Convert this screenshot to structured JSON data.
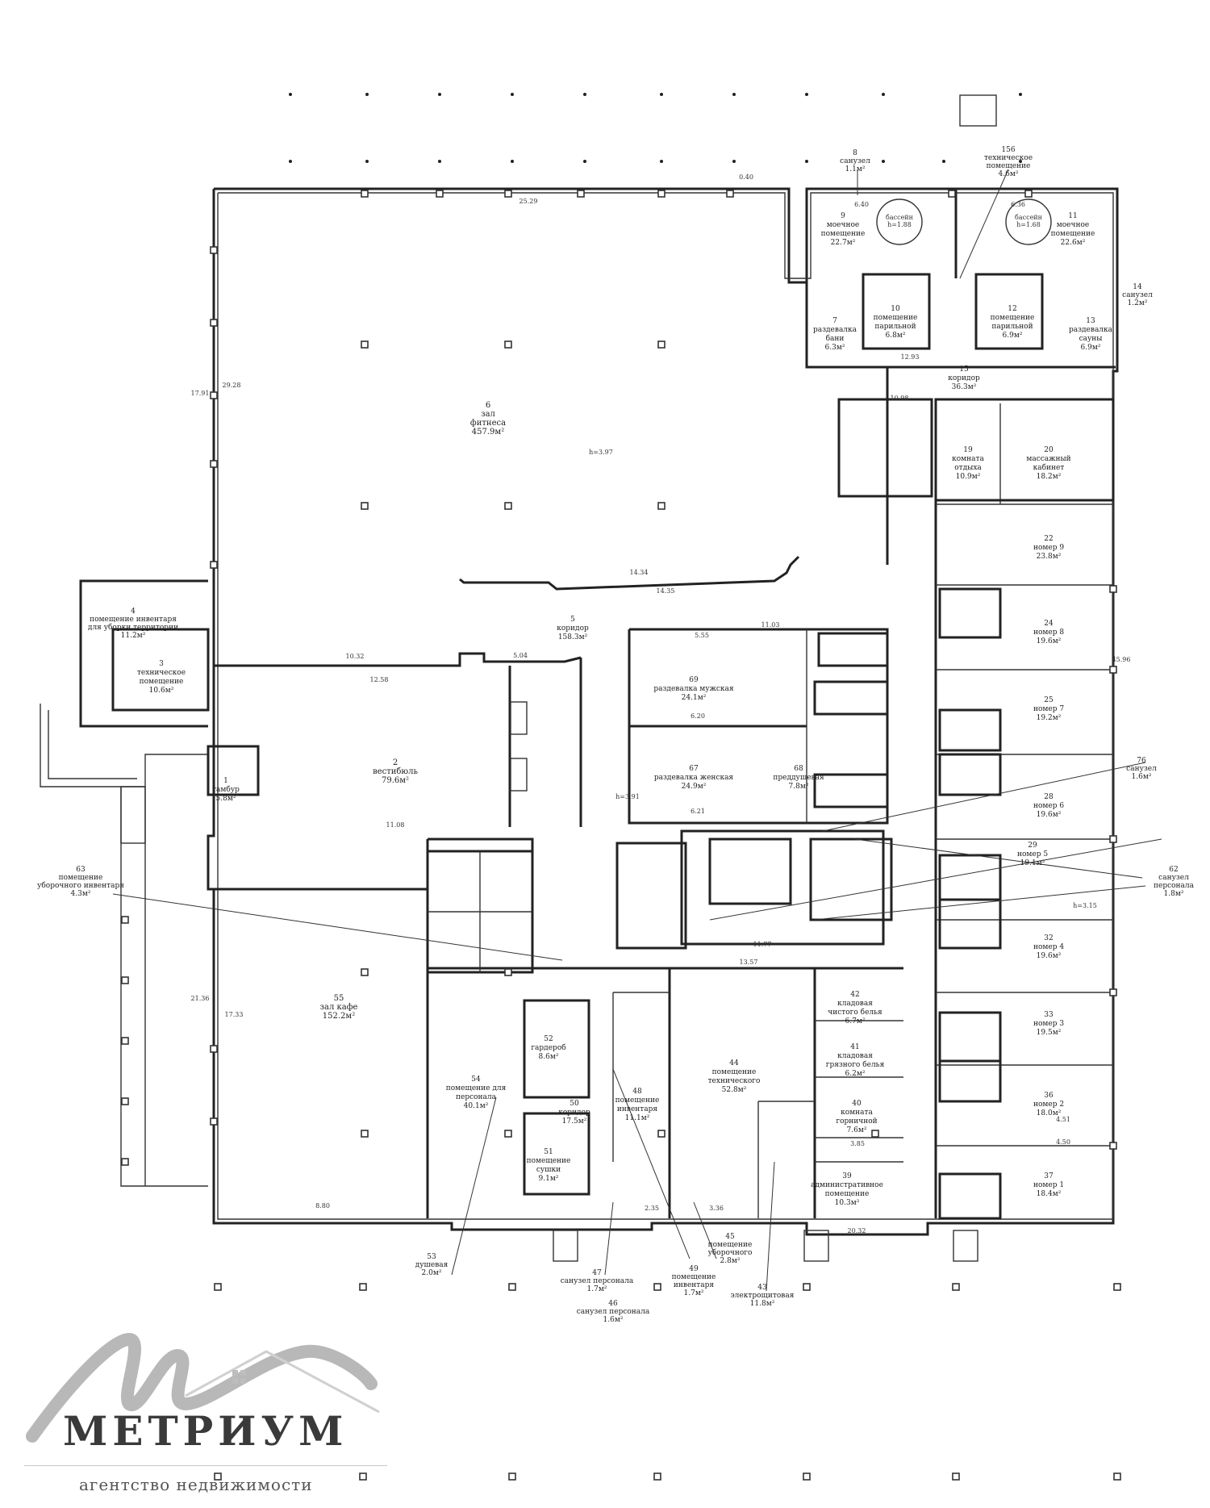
{
  "rooms": [
    {
      "id": "r6",
      "num": "6",
      "name": "зал",
      "name2": "фитнеса",
      "area": "457.9м²"
    },
    {
      "id": "r2",
      "num": "2",
      "name": "вестибюль",
      "area": "79.6м²"
    },
    {
      "id": "r5",
      "num": "5",
      "name": "коридор",
      "area": "158.3м²"
    },
    {
      "id": "r55",
      "num": "55",
      "name": "зал кафе",
      "area": "152.2м²"
    },
    {
      "id": "r54",
      "num": "54",
      "name": "помещение для",
      "name2": "персонала",
      "area": "40.1м²"
    },
    {
      "id": "r44",
      "num": "44",
      "name": "помещение",
      "name2": "технического",
      "area": "52.8м²"
    },
    {
      "id": "r69",
      "num": "69",
      "name": "раздевалка мужская",
      "area": "24.1м²"
    },
    {
      "id": "r67",
      "num": "67",
      "name": "раздевалка женская",
      "area": "24.9м²"
    },
    {
      "id": "r9",
      "num": "9",
      "name": "моечное",
      "name2": "помещение",
      "area": "22.7м²"
    },
    {
      "id": "r11",
      "num": "11",
      "name": "моечное",
      "name2": "помещение",
      "area": "22.6м²"
    },
    {
      "id": "r15",
      "num": "15",
      "name": "коридор",
      "area": "36.3м²"
    },
    {
      "id": "r19",
      "num": "19",
      "name": "комната",
      "name2": "отдыха",
      "area": "10.9м²"
    },
    {
      "id": "r20",
      "num": "20",
      "name": "массажный",
      "name2": "кабинет",
      "area": "18.2м²"
    },
    {
      "id": "r22",
      "num": "22",
      "name": "номер 9",
      "area": "23.8м²"
    },
    {
      "id": "r24",
      "num": "24",
      "name": "номер 8",
      "area": "19.6м²"
    },
    {
      "id": "r25",
      "num": "25",
      "name": "номер 7",
      "area": "19.2м²"
    },
    {
      "id": "r28",
      "num": "28",
      "name": "номер 6",
      "area": "19.6м²"
    },
    {
      "id": "r29",
      "num": "29",
      "name": "номер 5",
      "area": "19.1м²"
    },
    {
      "id": "r32",
      "num": "32",
      "name": "номер 4",
      "area": "19.6м²"
    },
    {
      "id": "r33",
      "num": "33",
      "name": "номер 3",
      "area": "19.5м²"
    },
    {
      "id": "r36",
      "num": "36",
      "name": "номер 2",
      "area": "18.0м²"
    },
    {
      "id": "r37",
      "num": "37",
      "name": "номер 1",
      "area": "18.4м²"
    },
    {
      "id": "r10",
      "num": "10",
      "name": "помещение",
      "name2": "парильной",
      "area": "6.8м²"
    },
    {
      "id": "r12",
      "num": "12",
      "name": "помещение",
      "name2": "парильной",
      "area": "6.9м²"
    },
    {
      "id": "r7",
      "num": "7",
      "name": "раздевалка",
      "name2": "бани",
      "area": "6.3м²"
    },
    {
      "id": "r13",
      "num": "13",
      "name": "раздевалка",
      "name2": "сауны",
      "area": "6.9м²"
    },
    {
      "id": "r39",
      "num": "39",
      "name": "административное",
      "name2": "помещение",
      "area": "10.3м²"
    },
    {
      "id": "r40",
      "num": "40",
      "name": "комната",
      "name2": "горничной",
      "area": "7.6м²"
    },
    {
      "id": "r52",
      "num": "52",
      "name": "гардероб",
      "area": "8.6м²"
    },
    {
      "id": "r51",
      "num": "51",
      "name": "помещение",
      "name2": "сушки",
      "area": "9.1м²"
    },
    {
      "id": "r50",
      "num": "50",
      "name": "коридор",
      "area": "17.5м²"
    },
    {
      "id": "r48",
      "num": "48",
      "name": "помещение",
      "name2": "инвентаря",
      "area": "11.1м²"
    },
    {
      "id": "r68",
      "num": "68",
      "name": "преддушевая",
      "area": "7.8м²"
    },
    {
      "id": "r42",
      "num": "42",
      "name": "кладовая",
      "name2": "чистого белья",
      "area": "6.7м²"
    },
    {
      "id": "r41",
      "num": "41",
      "name": "кладовая",
      "name2": "грязного белья",
      "area": "6.2м²"
    },
    {
      "id": "r3",
      "num": "3",
      "name": "техническое",
      "name2": "помещение",
      "area": "10.6м²"
    },
    {
      "id": "r1",
      "num": "1",
      "name": "тамбур",
      "area": "5.8м²"
    }
  ],
  "callouts": [
    {
      "id": "c8",
      "num": "8",
      "name": "санузел",
      "area": "1.1м²"
    },
    {
      "id": "c156",
      "num": "156",
      "name": "техническое",
      "name2": "помещение",
      "area": "4.6м²"
    },
    {
      "id": "c14",
      "num": "14",
      "name": "санузел",
      "area": "1.2м²"
    },
    {
      "id": "c76",
      "num": "76",
      "name": "санузел",
      "area": "1.6м²"
    },
    {
      "id": "c63",
      "num": "63",
      "name": "помещение",
      "name2": "уборочного инвентаря",
      "area": "4.3м²"
    },
    {
      "id": "c62",
      "num": "62",
      "name": "санузел",
      "name2": "персонала",
      "area": "1.8м²"
    },
    {
      "id": "c53",
      "num": "53",
      "name": "душевая",
      "area": "2.0м²"
    },
    {
      "id": "c47",
      "num": "47",
      "name": "санузел персонала",
      "area": "1.7м²"
    },
    {
      "id": "c46",
      "num": "46",
      "name": "санузел персонала",
      "area": "1.6м²"
    },
    {
      "id": "c49",
      "num": "49",
      "name": "помещение",
      "name2": "инвентаря",
      "area": "1.7м²"
    },
    {
      "id": "c45",
      "num": "45",
      "name": "помещение",
      "name2": "уборочного",
      "area": "2.8м²"
    },
    {
      "id": "c43",
      "num": "43",
      "name": "электрощитовая",
      "area": "11.8м²"
    },
    {
      "id": "c4",
      "num": "4",
      "name": "помещение инвентаря",
      "name2": "для уборки территории",
      "area": "11.2м²"
    }
  ],
  "dimensions": [
    {
      "id": "d1",
      "text": "25.29"
    },
    {
      "id": "d2",
      "text": "29.28"
    },
    {
      "id": "d3",
      "text": "17.91"
    },
    {
      "id": "d4",
      "text": "14.34"
    },
    {
      "id": "d5",
      "text": "14.35"
    },
    {
      "id": "d6",
      "text": "10.32"
    },
    {
      "id": "d7",
      "text": "12.58"
    },
    {
      "id": "d8",
      "text": "11.08"
    },
    {
      "id": "d9",
      "text": "8.80"
    },
    {
      "id": "d10",
      "text": "21.36"
    },
    {
      "id": "d11",
      "text": "17.33"
    },
    {
      "id": "d12",
      "text": "20.32"
    },
    {
      "id": "d13",
      "text": "45.96"
    },
    {
      "id": "d14",
      "text": "12.93"
    },
    {
      "id": "d15",
      "text": "10.98"
    },
    {
      "id": "d16",
      "text": "11.03"
    },
    {
      "id": "d17",
      "text": "13.57"
    },
    {
      "id": "d18",
      "text": "11.77"
    },
    {
      "id": "d19",
      "text": "h=3.97"
    },
    {
      "id": "d20",
      "text": "h=3.91"
    },
    {
      "id": "d21",
      "text": "h=3.15"
    },
    {
      "id": "d22",
      "text": "6.40"
    },
    {
      "id": "d23",
      "text": "6.36"
    },
    {
      "id": "d24",
      "text": "0.40"
    },
    {
      "id": "d25",
      "text": "3.36"
    },
    {
      "id": "d26",
      "text": "2.35"
    },
    {
      "id": "d27",
      "text": "4.51"
    },
    {
      "id": "d28",
      "text": "4.50"
    },
    {
      "id": "d29",
      "text": "5.55"
    },
    {
      "id": "d30",
      "text": "6.20"
    },
    {
      "id": "d31",
      "text": "6.21"
    },
    {
      "id": "d32",
      "text": "3.85"
    },
    {
      "id": "d33",
      "text": "5.04"
    }
  ],
  "pools": [
    {
      "id": "p1",
      "name": "бассейн",
      "depth": "h=1.88"
    },
    {
      "id": "p2",
      "name": "бассейн",
      "depth": "h=1.68"
    }
  ],
  "logo": {
    "brand": "МЕТРИУМ",
    "tagline": "агентство недвижимости"
  }
}
